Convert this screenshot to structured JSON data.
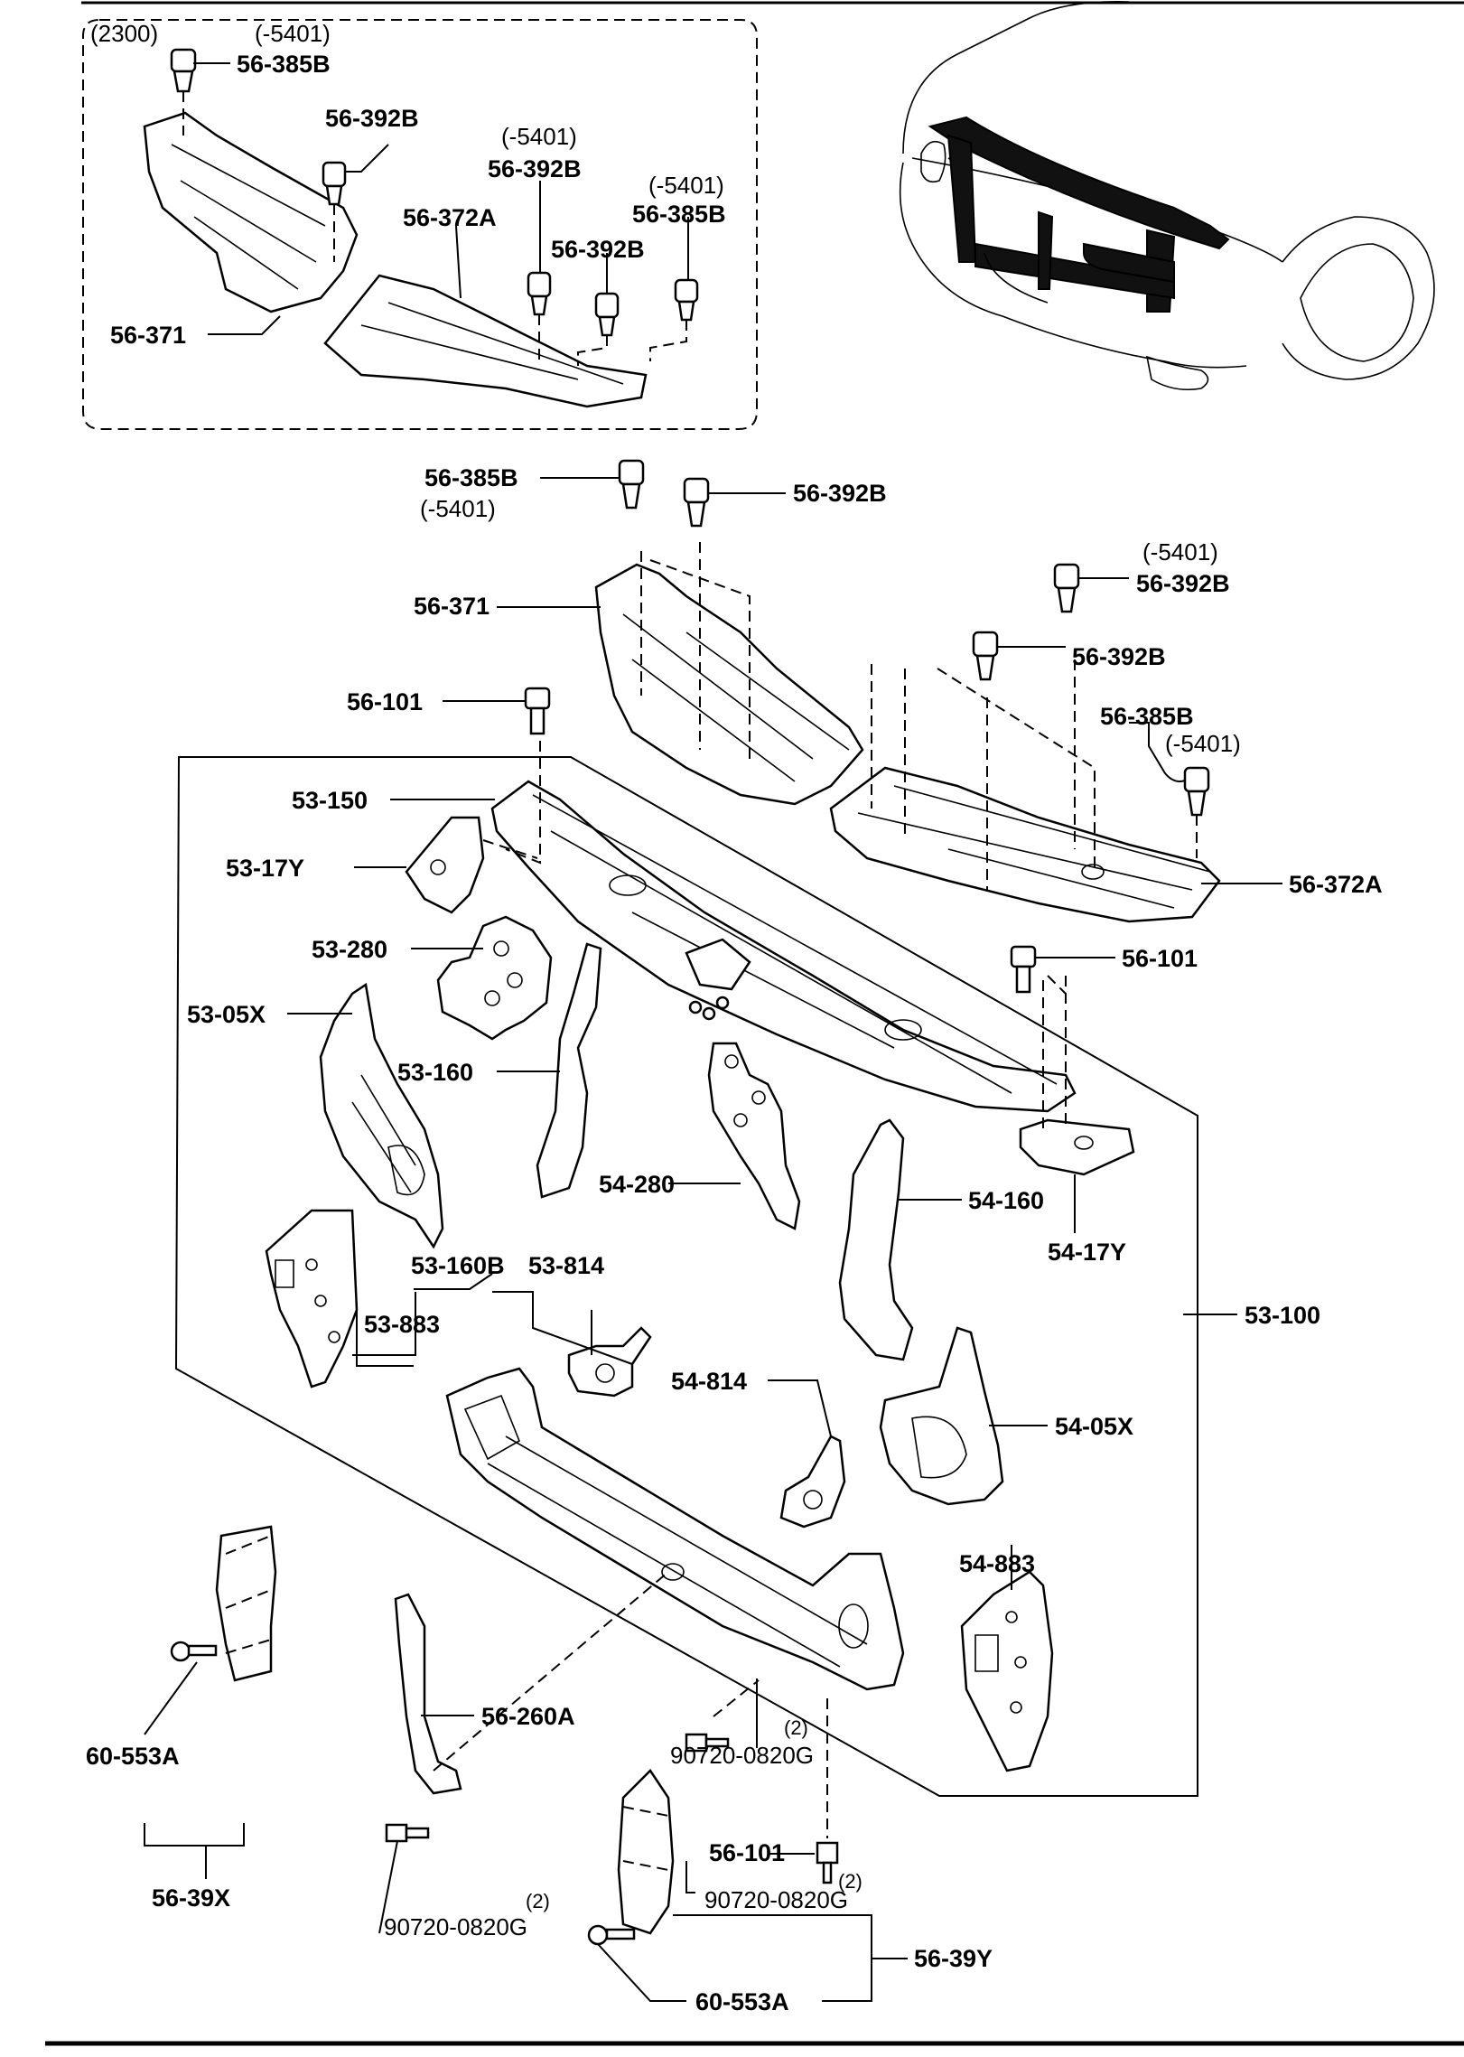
{
  "diagram": {
    "inset": {
      "code": "(2300)",
      "labels": {
        "p1": "(-5401)",
        "p2": "56-385B",
        "p3": "56-392B",
        "p4": "(-5401)",
        "p5": "56-392B",
        "p6": "(-5401)",
        "p7": "56-385B",
        "p8": "56-372A",
        "p9": "56-392B",
        "p10": "56-371"
      }
    },
    "main": {
      "labels": {
        "a1": "56-385B",
        "a2": "(-5401)",
        "a3": "56-392B",
        "a4": "(-5401)",
        "a5": "56-392B",
        "a6": "56-371",
        "a7": "56-392B",
        "a8": "56-101",
        "a9": "56-385B",
        "a10": "(-5401)",
        "a11": "53-150",
        "a12": "53-17Y",
        "a13": "56-372A",
        "a14": "53-280",
        "a15": "56-101",
        "a16": "53-05X",
        "a17": "53-160",
        "a18": "54-280",
        "a19": "54-160",
        "a20": "54-17Y",
        "a21": "53-160B",
        "a22": "53-814",
        "a23": "53-883",
        "a24": "53-100",
        "a25": "54-814",
        "a26": "54-05X",
        "a27": "54-883",
        "a28": "56-260A",
        "a29": "(2)",
        "a30": "90720-0820G",
        "a31": "60-553A",
        "a32": "56-101",
        "a33": "(2)",
        "a34": "90720-0820G",
        "a35": "56-39X",
        "a36": "(2)",
        "a37": "90720-0820G",
        "a38": "56-39Y",
        "a39": "60-553A"
      }
    }
  }
}
